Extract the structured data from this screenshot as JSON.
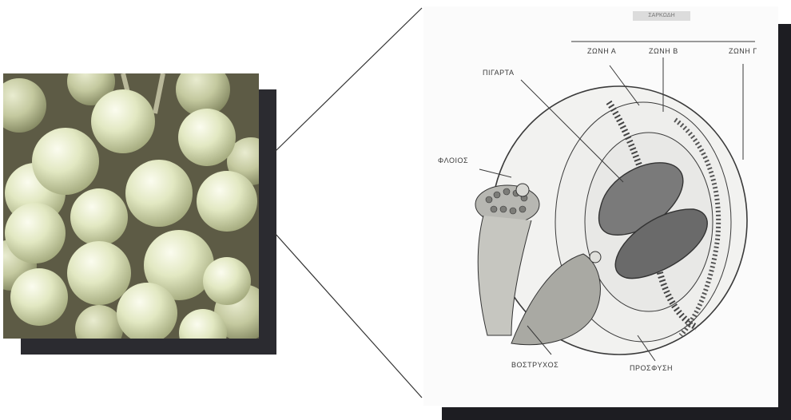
{
  "diagram": {
    "header_label": "ΣΑΡΚΩΔΗ",
    "labels": {
      "zone_a": "ΖΩΝΗ Α",
      "zone_b": "ΖΩΝΗ Β",
      "zone_c": "ΖΩΝΗ Γ",
      "seed": "ΠΙΓΑΡΤΑ",
      "skin": "ΦΛΟΙΟΣ",
      "pedicel": "ΒΟΣΤΡΥΧΟΣ",
      "attachment": "ΠΡΟΣΦΥΣΗ"
    }
  },
  "colors": {
    "berry": "#e3e8c4",
    "berry_highlight": "#f6f8e6",
    "grape_shadow": "#6f6c52",
    "ink": "#3a3a3a"
  }
}
